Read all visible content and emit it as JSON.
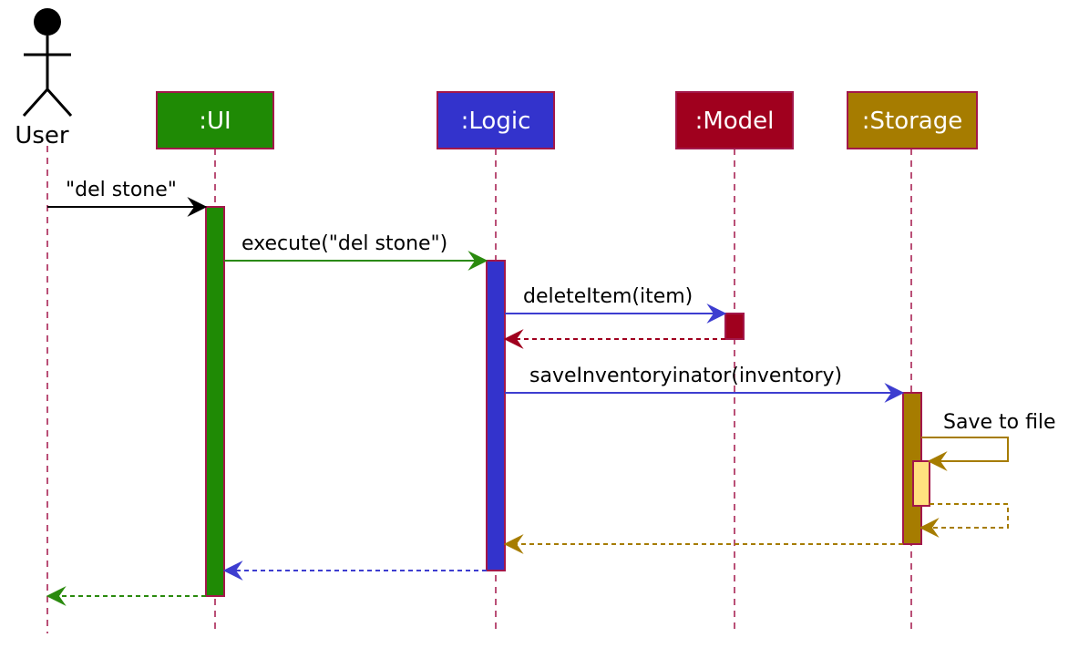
{
  "actor": {
    "name": "User"
  },
  "participants": [
    {
      "id": "ui",
      "label": ":UI",
      "color": "#1f8a05"
    },
    {
      "id": "logic",
      "label": ":Logic",
      "color": "#3333cc"
    },
    {
      "id": "model",
      "label": ":Model",
      "color": "#a0001e"
    },
    {
      "id": "storage",
      "label": ":Storage",
      "color": "#a67c00"
    }
  ],
  "colors": {
    "border": "#a3174a",
    "lifeline": "#a3174a",
    "user_message": "#000000",
    "ui_message": "#2a8a0e",
    "logic_message": "#3d3dd0",
    "model_return": "#a0001e",
    "storage_message": "#a67c00",
    "self_activation_fill": "#ffe17f"
  },
  "messages": [
    {
      "id": "del-stone",
      "label": "\"del stone\""
    },
    {
      "id": "execute",
      "label": "execute(\"del stone\")"
    },
    {
      "id": "delete-item",
      "label": "deleteItem(item)"
    },
    {
      "id": "save-inventory",
      "label": "saveInventoryinator(inventory)"
    },
    {
      "id": "save-to-file",
      "label": "Save to file"
    }
  ]
}
